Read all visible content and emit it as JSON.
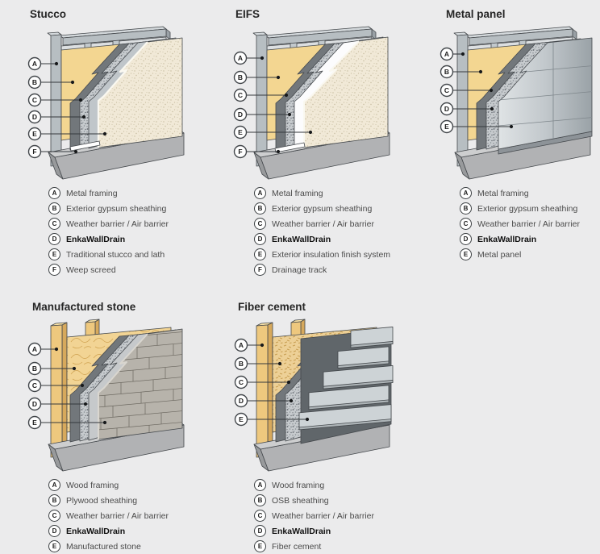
{
  "page": {
    "background_color": "#ebebec"
  },
  "colors": {
    "outline": "#45494d",
    "metal_frame": "#b7bec2",
    "metal_frame_light": "#d4d9dc",
    "frame_end": "#9aa1a6",
    "gap_back": "#dcdfe1",
    "inner_stud": "#c2c9cd",
    "wood": "#eec87e",
    "wood_dark": "#d7a95c",
    "wood_light": "#f7e0a5",
    "gypsum_yellow": "#f3d691",
    "barrier_gray": "#72777b",
    "drain_base": "#c7cbce",
    "drain_speck_dark": "#62686e",
    "drain_speck_mid": "#868d93",
    "lath_gray": "#c0c6ca",
    "stone_underlay_gray": "#c6c9cb",
    "stucco_cream": "#f1e9d7",
    "stucco_speck": "#c6bb9e",
    "insulation_white": "#fcfcfd",
    "metal_panel_light": "#dfe3e5",
    "metal_panel_mid": "#c2c8cc",
    "metal_panel_dark": "#9aa2a7",
    "metal_return": "#8d9398",
    "stone_gray": "#b7b3ab",
    "stone_line": "#6b675f",
    "stone_edge": "#d9d6cf",
    "fiber_board": "#cdd3d6",
    "fiber_lip": "#aeb5b8",
    "fiber_back": "#60666a",
    "plywood_base": "#f2d494",
    "plywood_grain": "#d3a757",
    "osb_base": "#edd096",
    "osb_fleck": "#c79e52",
    "foundation_top": "#cdcecf",
    "foundation_front": "#b1b2b4",
    "foundation_end": "#989a9c",
    "white_trim": "#ffffff",
    "cream_edge": "#faf8f0",
    "callout_fill": "#ffffff",
    "callout_border": "#42464a",
    "leader_line": "#34383c",
    "leader_dot": "#17191b"
  },
  "panels": [
    {
      "id": "stucco",
      "title": "Stucco",
      "framing": "metal",
      "cladding": "stucco",
      "legend": [
        {
          "key": "A",
          "label": "Metal framing",
          "bold": false
        },
        {
          "key": "B",
          "label": "Exterior gypsum sheathing",
          "bold": false
        },
        {
          "key": "C",
          "label": "Weather barrier / Air barrier",
          "bold": false
        },
        {
          "key": "D",
          "label": "EnkaWallDrain",
          "bold": true
        },
        {
          "key": "E",
          "label": "Traditional stucco and lath",
          "bold": false
        },
        {
          "key": "F",
          "label": "Weep screed",
          "bold": false
        }
      ]
    },
    {
      "id": "eifs",
      "title": "EIFS",
      "framing": "metal",
      "cladding": "eifs",
      "legend": [
        {
          "key": "A",
          "label": "Metal framing",
          "bold": false
        },
        {
          "key": "B",
          "label": "Exterior gypsum sheathing",
          "bold": false
        },
        {
          "key": "C",
          "label": "Weather barrier / Air barrier",
          "bold": false
        },
        {
          "key": "D",
          "label": "EnkaWallDrain",
          "bold": true
        },
        {
          "key": "E",
          "label": "Exterior insulation finish system",
          "bold": false
        },
        {
          "key": "F",
          "label": "Drainage track",
          "bold": false
        }
      ]
    },
    {
      "id": "metal",
      "title": "Metal panel",
      "framing": "metal",
      "cladding": "metal",
      "legend": [
        {
          "key": "A",
          "label": "Metal framing",
          "bold": false
        },
        {
          "key": "B",
          "label": "Exterior gypsum sheathing",
          "bold": false
        },
        {
          "key": "C",
          "label": "Weather barrier / Air barrier",
          "bold": false
        },
        {
          "key": "D",
          "label": "EnkaWallDrain",
          "bold": true
        },
        {
          "key": "E",
          "label": "Metal panel",
          "bold": false
        }
      ]
    },
    {
      "id": "stone",
      "title": "Manufactured stone",
      "framing": "wood",
      "cladding": "stone",
      "legend": [
        {
          "key": "A",
          "label": "Wood framing",
          "bold": false
        },
        {
          "key": "B",
          "label": "Plywood sheathing",
          "bold": false
        },
        {
          "key": "C",
          "label": "Weather barrier / Air barrier",
          "bold": false
        },
        {
          "key": "D",
          "label": "EnkaWallDrain",
          "bold": true
        },
        {
          "key": "E",
          "label": "Manufactured stone",
          "bold": false
        }
      ]
    },
    {
      "id": "fiber",
      "title": "Fiber cement",
      "framing": "wood",
      "cladding": "fiber",
      "legend": [
        {
          "key": "A",
          "label": "Wood framing",
          "bold": false
        },
        {
          "key": "B",
          "label": "OSB sheathing",
          "bold": false
        },
        {
          "key": "C",
          "label": "Weather barrier / Air barrier",
          "bold": false
        },
        {
          "key": "D",
          "label": "EnkaWallDrain",
          "bold": true
        },
        {
          "key": "E",
          "label": "Fiber cement",
          "bold": false
        }
      ]
    }
  ]
}
